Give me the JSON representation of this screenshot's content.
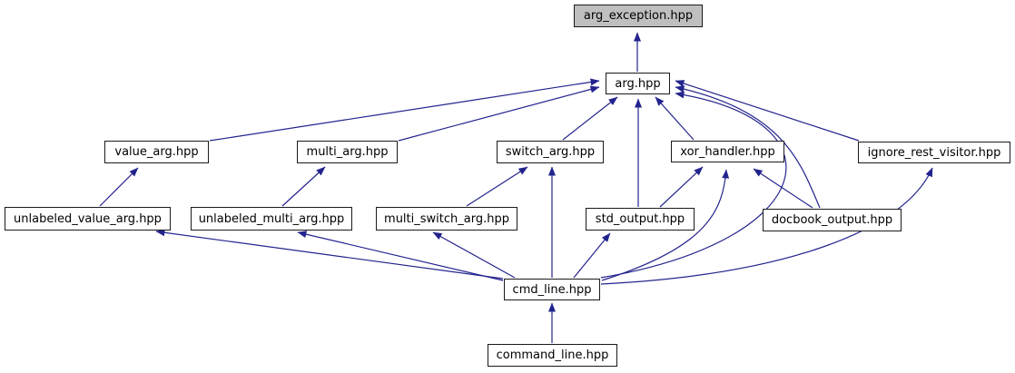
{
  "graph": {
    "type": "include-dependency-graph",
    "colors": {
      "edge": "#23238e",
      "node_border": "#1a1a1a",
      "node_fill": "#ffffff",
      "highlighted_node_fill": "#bfbfbf",
      "background": "#ffffff"
    },
    "nodes": [
      {
        "id": "arg_exception",
        "label": "arg_exception.hpp",
        "highlighted": true
      },
      {
        "id": "arg",
        "label": "arg.hpp",
        "highlighted": false
      },
      {
        "id": "value_arg",
        "label": "value_arg.hpp",
        "highlighted": false
      },
      {
        "id": "multi_arg",
        "label": "multi_arg.hpp",
        "highlighted": false
      },
      {
        "id": "switch_arg",
        "label": "switch_arg.hpp",
        "highlighted": false
      },
      {
        "id": "xor_handler",
        "label": "xor_handler.hpp",
        "highlighted": false
      },
      {
        "id": "ignore_rest_visitor",
        "label": "ignore_rest_visitor.hpp",
        "highlighted": false
      },
      {
        "id": "unlabeled_value_arg",
        "label": "unlabeled_value_arg.hpp",
        "highlighted": false
      },
      {
        "id": "unlabeled_multi_arg",
        "label": "unlabeled_multi_arg.hpp",
        "highlighted": false
      },
      {
        "id": "multi_switch_arg",
        "label": "multi_switch_arg.hpp",
        "highlighted": false
      },
      {
        "id": "std_output",
        "label": "std_output.hpp",
        "highlighted": false
      },
      {
        "id": "docbook_output",
        "label": "docbook_output.hpp",
        "highlighted": false
      },
      {
        "id": "cmd_line",
        "label": "cmd_line.hpp",
        "highlighted": false
      },
      {
        "id": "command_line",
        "label": "command_line.hpp",
        "highlighted": false
      }
    ],
    "edges": [
      {
        "from": "arg",
        "to": "arg_exception"
      },
      {
        "from": "value_arg",
        "to": "arg"
      },
      {
        "from": "multi_arg",
        "to": "arg"
      },
      {
        "from": "switch_arg",
        "to": "arg"
      },
      {
        "from": "xor_handler",
        "to": "arg"
      },
      {
        "from": "std_output",
        "to": "arg"
      },
      {
        "from": "ignore_rest_visitor",
        "to": "arg"
      },
      {
        "from": "docbook_output",
        "to": "arg"
      },
      {
        "from": "cmd_line",
        "to": "arg"
      },
      {
        "from": "unlabeled_value_arg",
        "to": "value_arg"
      },
      {
        "from": "unlabeled_multi_arg",
        "to": "multi_arg"
      },
      {
        "from": "multi_switch_arg",
        "to": "switch_arg"
      },
      {
        "from": "cmd_line",
        "to": "switch_arg"
      },
      {
        "from": "std_output",
        "to": "xor_handler"
      },
      {
        "from": "cmd_line",
        "to": "xor_handler"
      },
      {
        "from": "docbook_output",
        "to": "xor_handler"
      },
      {
        "from": "cmd_line",
        "to": "ignore_rest_visitor"
      },
      {
        "from": "cmd_line",
        "to": "unlabeled_value_arg"
      },
      {
        "from": "cmd_line",
        "to": "unlabeled_multi_arg"
      },
      {
        "from": "cmd_line",
        "to": "multi_switch_arg"
      },
      {
        "from": "cmd_line",
        "to": "std_output"
      },
      {
        "from": "command_line",
        "to": "cmd_line"
      }
    ]
  }
}
